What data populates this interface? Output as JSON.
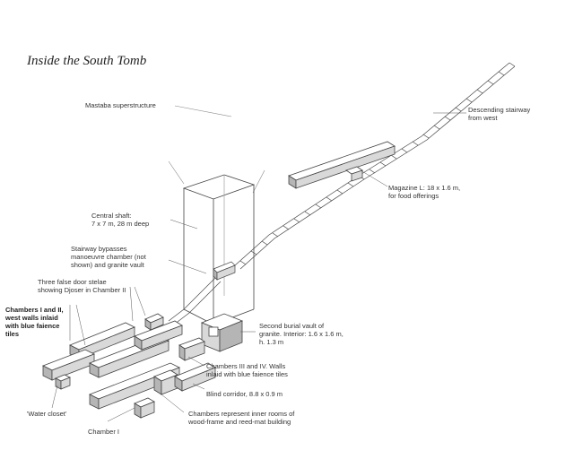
{
  "title": "Inside the South Tomb",
  "labels": {
    "mastaba": "Mastaba superstructure",
    "descending": "Descending stairway\nfrom west",
    "magazine": "Magazine L: 18 x 1.6 m,\nfor food offerings",
    "shaft": "Central shaft:\n7 x 7 m, 28 m deep",
    "stairway_bypass": "Stairway bypasses\nmanoeuvre chamber (not\nshown) and granite vault",
    "false_door": "Three false door stelae\nshowing Djoser in Chamber II",
    "chambers_12": "Chambers I and II,\nwest walls inlaid\nwith blue faience\ntiles",
    "second_vault": "Second burial vault of\ngranite. Interior: 1.6 x 1.6 m,\nh. 1.3 m",
    "chambers_34": "Chambers III and IV. Walls\ninlaid with blue faience tiles",
    "blind_corridor": "Blind corridor, 8.8 x 0.9 m",
    "water_closet": "'Water closet'",
    "wood_frame": "Chambers represent inner rooms of\nwood-frame and reed-mat building",
    "chamber_1": "Chamber I"
  },
  "colors": {
    "line": "#444444",
    "fill_top": "#ffffff",
    "fill_side": "#d9d9d9",
    "fill_dark": "#b5b5b5"
  }
}
